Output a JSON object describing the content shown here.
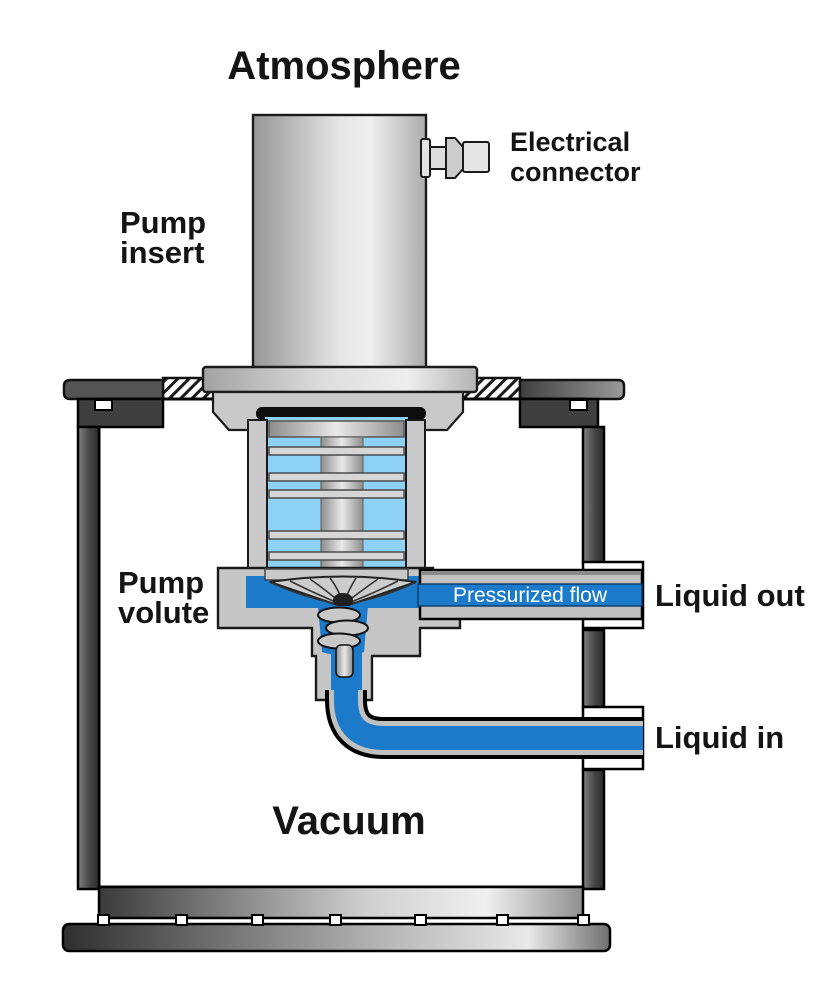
{
  "title": "Cutaway diagram of a liquid pump inside a vacuum chamber",
  "labels": {
    "atmosphere": "Atmosphere",
    "electrical_connector_line1": "Electrical",
    "electrical_connector_line2": "connector",
    "pump_insert_line1": "Pump",
    "pump_insert_line2": "insert",
    "pump_volute_line1": "Pump",
    "pump_volute_line2": "volute",
    "pressurized_flow": "Pressurized flow",
    "liquid_out": "Liquid out",
    "liquid_in": "Liquid in",
    "vacuum": "Vacuum"
  },
  "colors": {
    "coolant_light_blue": "#8ed1f6",
    "flow_deep_blue": "#1b7ac9",
    "metal_light_gray": "#c6c6c6",
    "chamber_wall_dark": "#4c4c4c",
    "outline": "#000000",
    "label_text": "#141414",
    "flow_label_text": "#ffffff"
  }
}
